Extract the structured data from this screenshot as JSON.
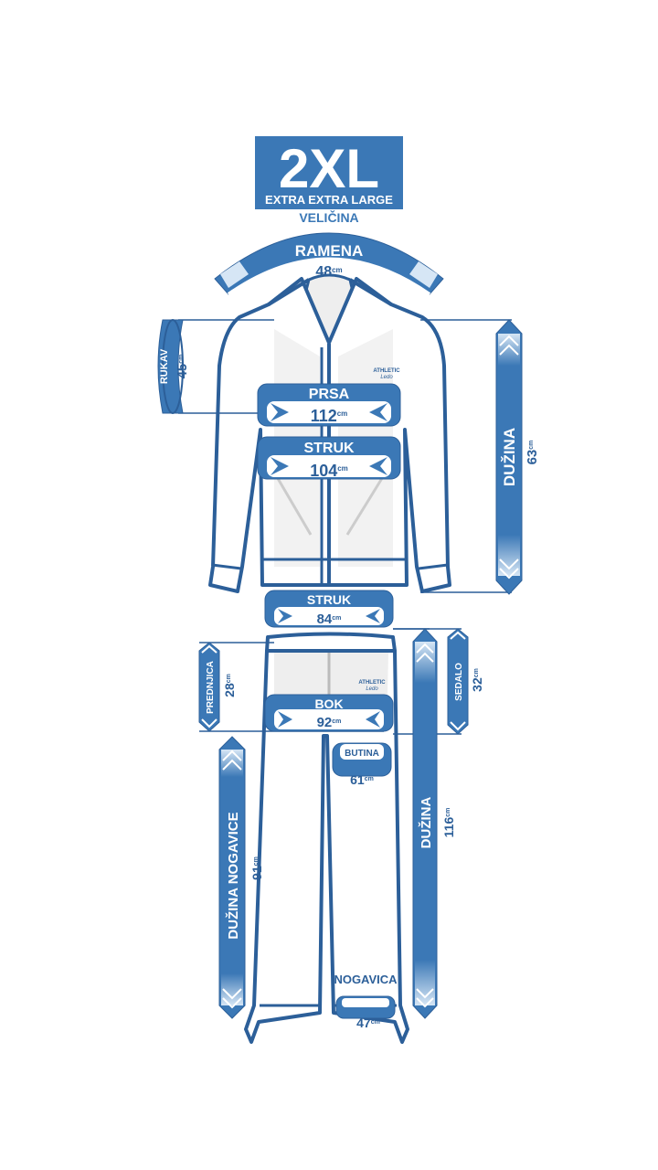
{
  "size": {
    "code": "2XL",
    "name": "EXTRA EXTRA LARGE",
    "caption": "VELIČINA"
  },
  "unit": "cm",
  "brand": [
    "ATHLETIC",
    "Ledo"
  ],
  "colors": {
    "accent": "#3b78b6",
    "accent_dark": "#2c5f99",
    "light": "#d6e6f5",
    "garment": "#eaeaea",
    "white": "#ffffff"
  },
  "jacket": {
    "shoulders": {
      "label": "RAMENA",
      "value": "48"
    },
    "sleeve": {
      "label": "RUKAV",
      "value": "45"
    },
    "chest": {
      "label": "PRSA",
      "value": "112"
    },
    "waist": {
      "label": "STRUK",
      "value": "104"
    },
    "length": {
      "label": "DUŽINA",
      "value": "63"
    }
  },
  "pants": {
    "waist": {
      "label": "STRUK",
      "value": "84"
    },
    "front_rise": {
      "label": "PREDNJICA",
      "value": "28"
    },
    "back_rise": {
      "label": "SEDALO",
      "value": "32"
    },
    "hip": {
      "label": "BOK",
      "value": "92"
    },
    "thigh": {
      "label": "BUTINA",
      "value": "61"
    },
    "inseam": {
      "label": "DUŽINA NOGAVICE",
      "value": "91"
    },
    "length": {
      "label": "DUŽINA",
      "value": "116"
    },
    "leg_opening": {
      "label": "NOGAVICA",
      "value": "47"
    }
  }
}
